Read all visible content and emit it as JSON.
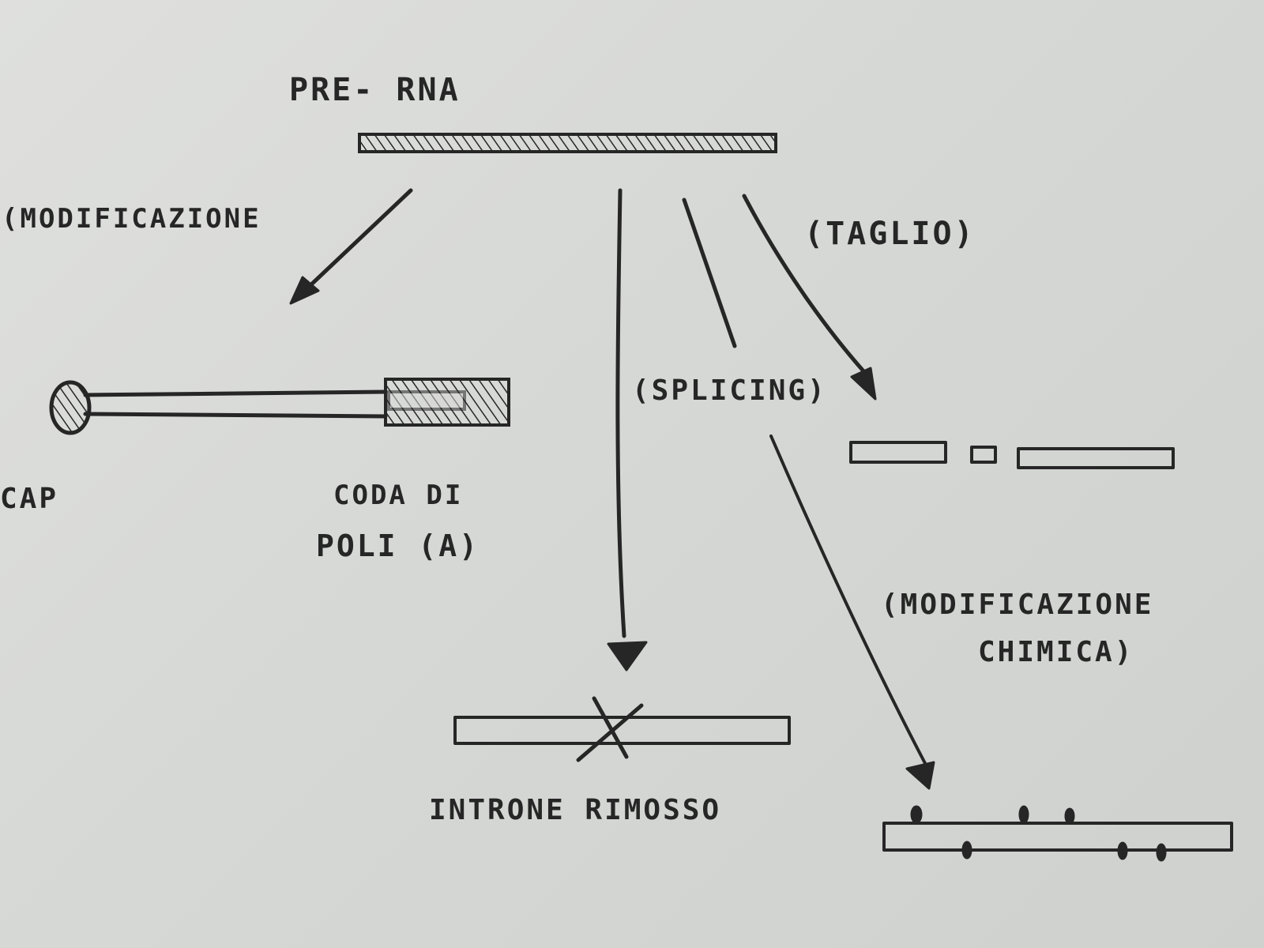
{
  "labels": {
    "pre_rna": "PRE- RNA",
    "modificazione": "(MODIFICAZIONE",
    "taglio": "(TAGLIO)",
    "splicing": "(SPLICING)",
    "modificazione_chimica_1": "(MODIFICAZIONE",
    "modificazione_chimica_2": "CHIMICA)",
    "cap": "CAP",
    "coda_di": "CODA DI",
    "poli_a": "POLI (A)",
    "introne_rimosso": "INTRONE RIMOSSO"
  },
  "colors": {
    "paper": "#d9dad8",
    "ink": "#262626"
  }
}
